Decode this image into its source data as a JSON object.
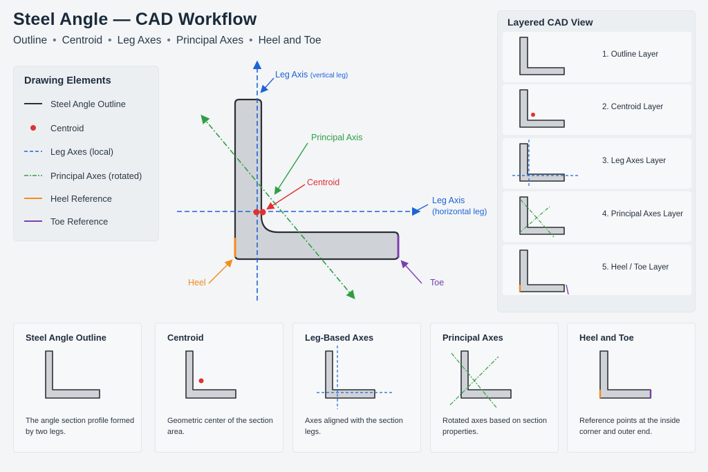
{
  "header": {
    "title": "Steel Angle — CAD Workflow",
    "subtitle_items": [
      "Outline",
      "Centroid",
      "Leg Axes",
      "Principal Axes",
      "Heel and Toe"
    ]
  },
  "legend": {
    "title": "Drawing Elements",
    "items": [
      {
        "label": "Steel Angle Outline",
        "style": "solid",
        "color": "#2b2f33"
      },
      {
        "label": "Centroid",
        "style": "dot",
        "color": "#e03131"
      },
      {
        "label": "Leg Axes (local)",
        "style": "dashed",
        "color": "#1e63d6"
      },
      {
        "label": "Principal Axes (rotated)",
        "style": "dashdot",
        "color": "#2f9e44"
      },
      {
        "label": "Heel Reference",
        "style": "solid",
        "color": "#f28c1c"
      },
      {
        "label": "Toe Reference",
        "style": "solid",
        "color": "#7b3fb0"
      }
    ]
  },
  "main": {
    "labels": {
      "leg_axis_vertical": "Leg Axis",
      "leg_axis_vertical_note": "(vertical leg)",
      "principal_axis": "Principal Axis",
      "centroid": "Centroid",
      "leg_axis_horizontal": "Leg Axis",
      "leg_axis_horizontal_note": "(horizontal leg)",
      "heel": "Heel",
      "toe": "Toe"
    }
  },
  "layers": {
    "title": "Layered CAD View",
    "items": [
      {
        "label": "1. Outline Layer"
      },
      {
        "label": "2. Centroid Layer"
      },
      {
        "label": "3. Leg Axes Layer"
      },
      {
        "label": "4. Principal Axes Layer"
      },
      {
        "label": "5. Heel / Toe Layer"
      }
    ]
  },
  "cards": [
    {
      "title": "Steel Angle Outline",
      "desc": "The angle section profile formed by two legs."
    },
    {
      "title": "Centroid",
      "desc": "Geometric center of the section area."
    },
    {
      "title": "Leg-Based Axes",
      "desc": "Axes aligned with the section legs."
    },
    {
      "title": "Principal Axes",
      "desc": "Rotated axes based on section properties."
    },
    {
      "title": "Heel and Toe",
      "desc": "Reference points at the inside corner and outer end."
    }
  ],
  "colors": {
    "outline": "#2b2f33",
    "fill": "#cfd3d7",
    "centroid": "#e03131",
    "leg_axes": "#1e63d6",
    "principal_axes": "#2f9e44",
    "heel": "#f28c1c",
    "toe": "#7b3fb0"
  }
}
